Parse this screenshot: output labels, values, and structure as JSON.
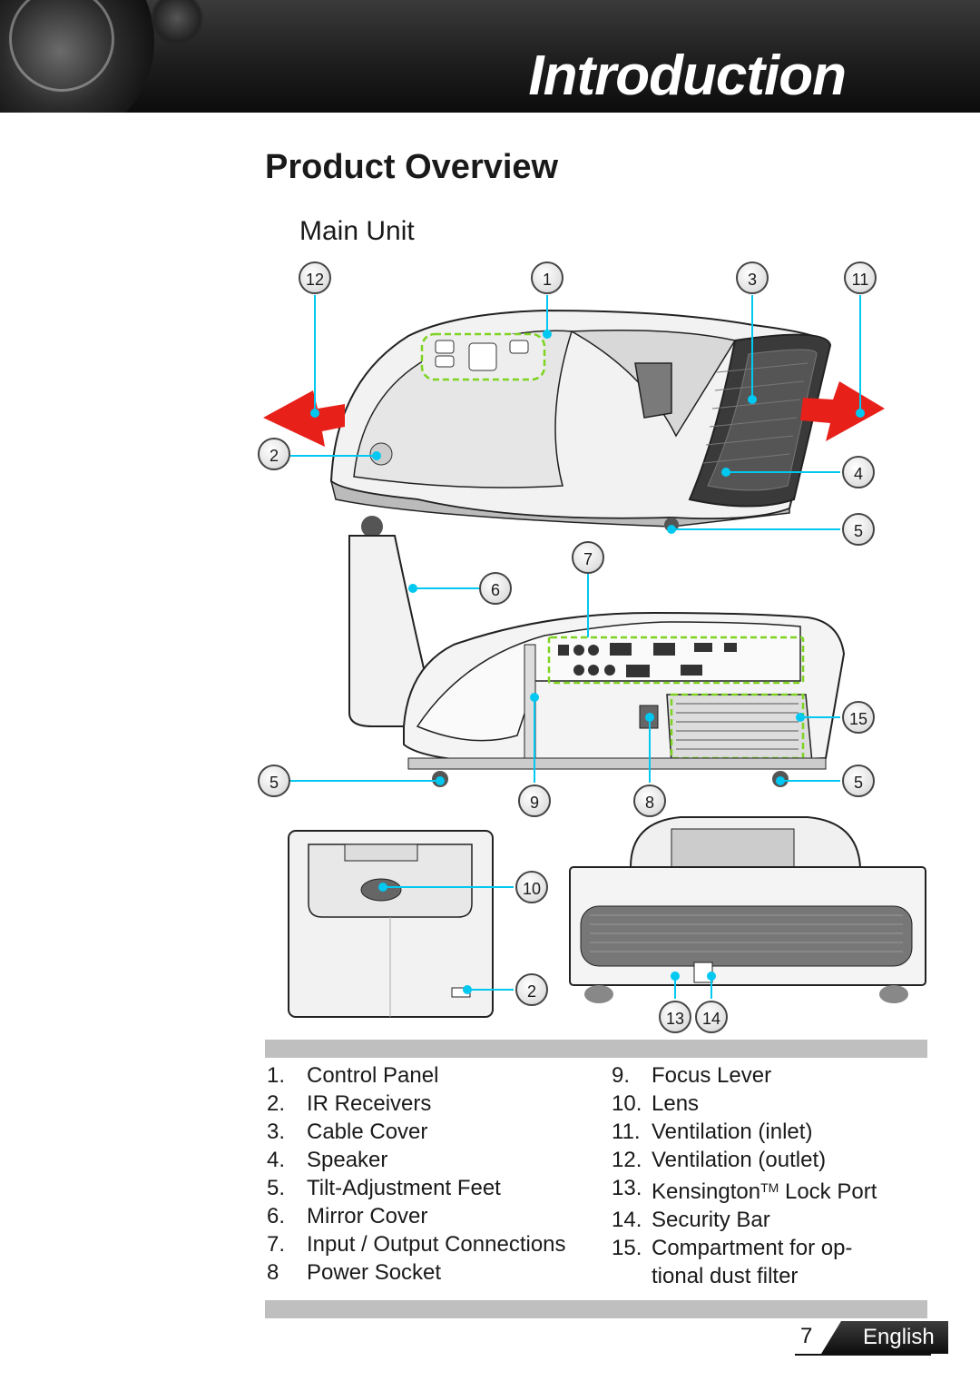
{
  "header": {
    "title": "Introduction"
  },
  "page": {
    "title": "Product Overview",
    "section": "Main Unit"
  },
  "callouts": {
    "c12": "12",
    "c1": "1",
    "c3": "3",
    "c11": "11",
    "c2a": "2",
    "c4": "4",
    "c5a": "5",
    "c7": "7",
    "c6": "6",
    "c15": "15",
    "c5b": "5",
    "c5c": "5",
    "c9": "9",
    "c8": "8",
    "c10": "10",
    "c2b": "2",
    "c13": "13",
    "c14": "14"
  },
  "legend": {
    "left": [
      {
        "num": "1.",
        "text": "Control Panel"
      },
      {
        "num": "2.",
        "text": "IR Receivers"
      },
      {
        "num": "3.",
        "text": "Cable Cover"
      },
      {
        "num": "4.",
        "text": "Speaker"
      },
      {
        "num": "5.",
        "text": "Tilt-Adjustment Feet"
      },
      {
        "num": "6.",
        "text": "Mirror Cover"
      },
      {
        "num": "7.",
        "text": "Input / Output Connections"
      },
      {
        "num": "8",
        "text": "Power Socket"
      }
    ],
    "right": [
      {
        "num": "9.",
        "text": "Focus Lever"
      },
      {
        "num": "10.",
        "text": "Lens"
      },
      {
        "num": "11.",
        "text": "Ventilation (inlet)"
      },
      {
        "num": "12.",
        "text": "Ventilation (outlet)"
      },
      {
        "num": "13.",
        "text": "Kensington",
        "sup": "TM",
        "text2": " Lock Port"
      },
      {
        "num": "14.",
        "text": "Security Bar"
      },
      {
        "num": "15.",
        "text": "Compartment for op-"
      },
      {
        "num": "",
        "text": "tional dust filter"
      }
    ]
  },
  "footer": {
    "page_number": "7",
    "language": "English"
  },
  "colors": {
    "callout_line": "#00c8f0",
    "highlight": "#7ed321",
    "arrow": "#e8201a"
  }
}
